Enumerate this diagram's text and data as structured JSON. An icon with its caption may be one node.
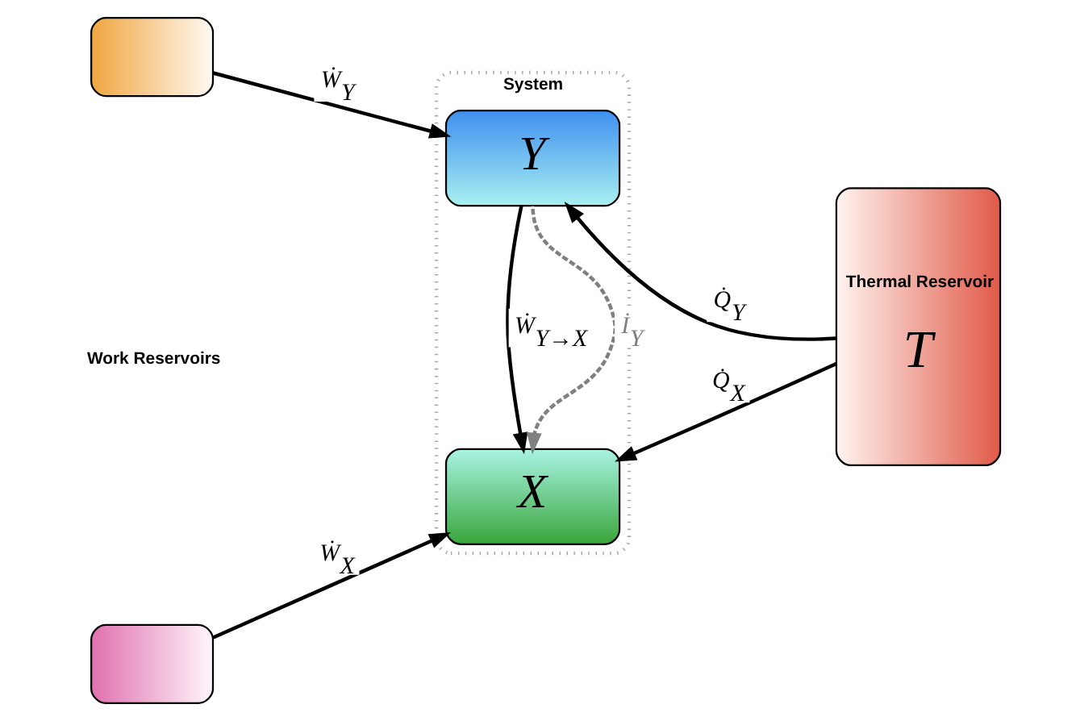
{
  "diagram": {
    "nodes": [
      {
        "text": [
          "System"
        ]
      },
      {
        "text": [
          "Y"
        ],
        "in": 0
      },
      {
        "text": [
          "X"
        ],
        "in": 0
      },
      {
        "text": [],
        "shape": "box"
      },
      {
        "text": [],
        "shape": "box"
      },
      {
        "text": [
          "Thermal Reservoir",
          "T"
        ]
      }
    ],
    "edges": [
      {
        "from": 3,
        "to": 1,
        "arrow": "to",
        "label": "Ẇ$_{Y}$"
      },
      {
        "from": 5,
        "to": 1,
        "arrow": "to",
        "label": "Q̇$_{Y}$"
      },
      {
        "from": 1,
        "to": 2,
        "arrow": "to",
        "label": "Ẇ$_{Y→X}$"
      },
      {
        "from": 1,
        "to": 2,
        "arrow": "to",
        "label": "İ$_{Y}$",
        "style": "dashed",
        "color": "#808080"
      },
      {
        "from": 4,
        "to": 2,
        "arrow": "to",
        "label": "Ẇ$_{X}$"
      },
      {
        "from": 5,
        "to": 2,
        "arrow": "to",
        "label": "Q̇$_{X}$"
      }
    ],
    "labels": [
      "Work Reservoirs"
    ]
  }
}
